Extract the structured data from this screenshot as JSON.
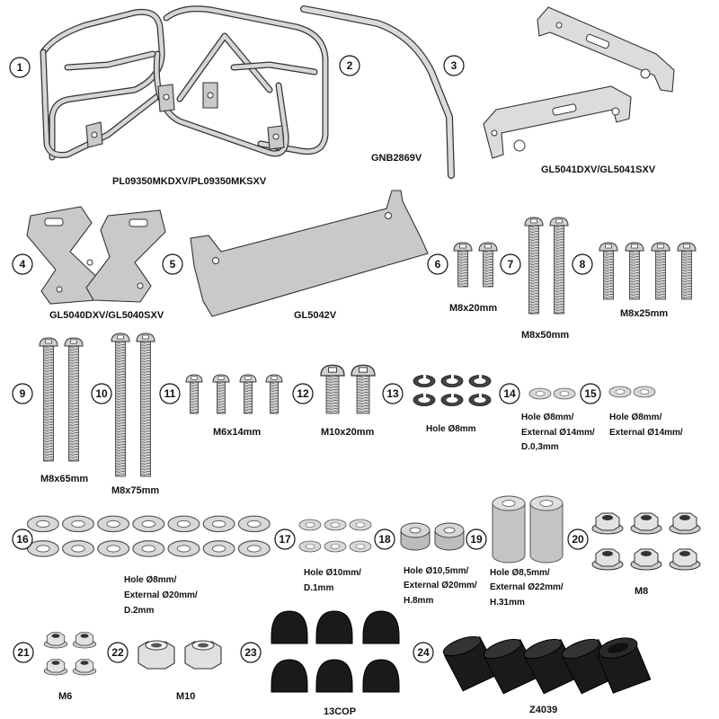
{
  "parts": [
    {
      "num": "1"
    },
    {
      "num": "2"
    },
    {
      "num": "3"
    },
    {
      "num": "4"
    },
    {
      "num": "5"
    },
    {
      "num": "6"
    },
    {
      "num": "7"
    },
    {
      "num": "8"
    },
    {
      "num": "9"
    },
    {
      "num": "10"
    },
    {
      "num": "11"
    },
    {
      "num": "12"
    },
    {
      "num": "13"
    },
    {
      "num": "14"
    },
    {
      "num": "15"
    },
    {
      "num": "16"
    },
    {
      "num": "17"
    },
    {
      "num": "18"
    },
    {
      "num": "19"
    },
    {
      "num": "20"
    },
    {
      "num": "21"
    },
    {
      "num": "22"
    },
    {
      "num": "23"
    },
    {
      "num": "24"
    }
  ],
  "labels": {
    "pl_frame": "PL09350MKDXV/PL09350MKSXV",
    "gnb": "GNB2869V",
    "gl5041": "GL5041DXV/GL5041SXV",
    "gl5040": "GL5040DXV/GL5040SXV",
    "gl5042": "GL5042V",
    "m8x20": "M8x20mm",
    "m8x50": "M8x50mm",
    "m8x25": "M8x25mm",
    "m8x65": "M8x65mm",
    "m8x75": "M8x75mm",
    "m6x14": "M6x14mm",
    "m10x20": "M10x20mm",
    "hole8": "Hole Ø8mm",
    "w14_l1": "Hole Ø8mm/",
    "w14_l2": "External Ø14mm/",
    "w14_l3": "D.0,3mm",
    "w15_l1": "Hole Ø8mm/",
    "w15_l2": "External Ø14mm/",
    "w16_l1": "Hole Ø8mm/",
    "w16_l2": "External Ø20mm/",
    "w16_l3": "D.2mm",
    "w17_l1": "Hole Ø10mm/",
    "w17_l2": "D.1mm",
    "w18_l1": "Hole Ø10,5mm/",
    "w18_l2": "External Ø20mm/",
    "w18_l3": "H.8mm",
    "w19_l1": "Hole Ø8,5mm/",
    "w19_l2": "External Ø22mm/",
    "w19_l3": "H.31mm",
    "m8": "M8",
    "m6": "M6",
    "m10": "M10",
    "cop": "13COP",
    "z4039": "Z4039"
  }
}
